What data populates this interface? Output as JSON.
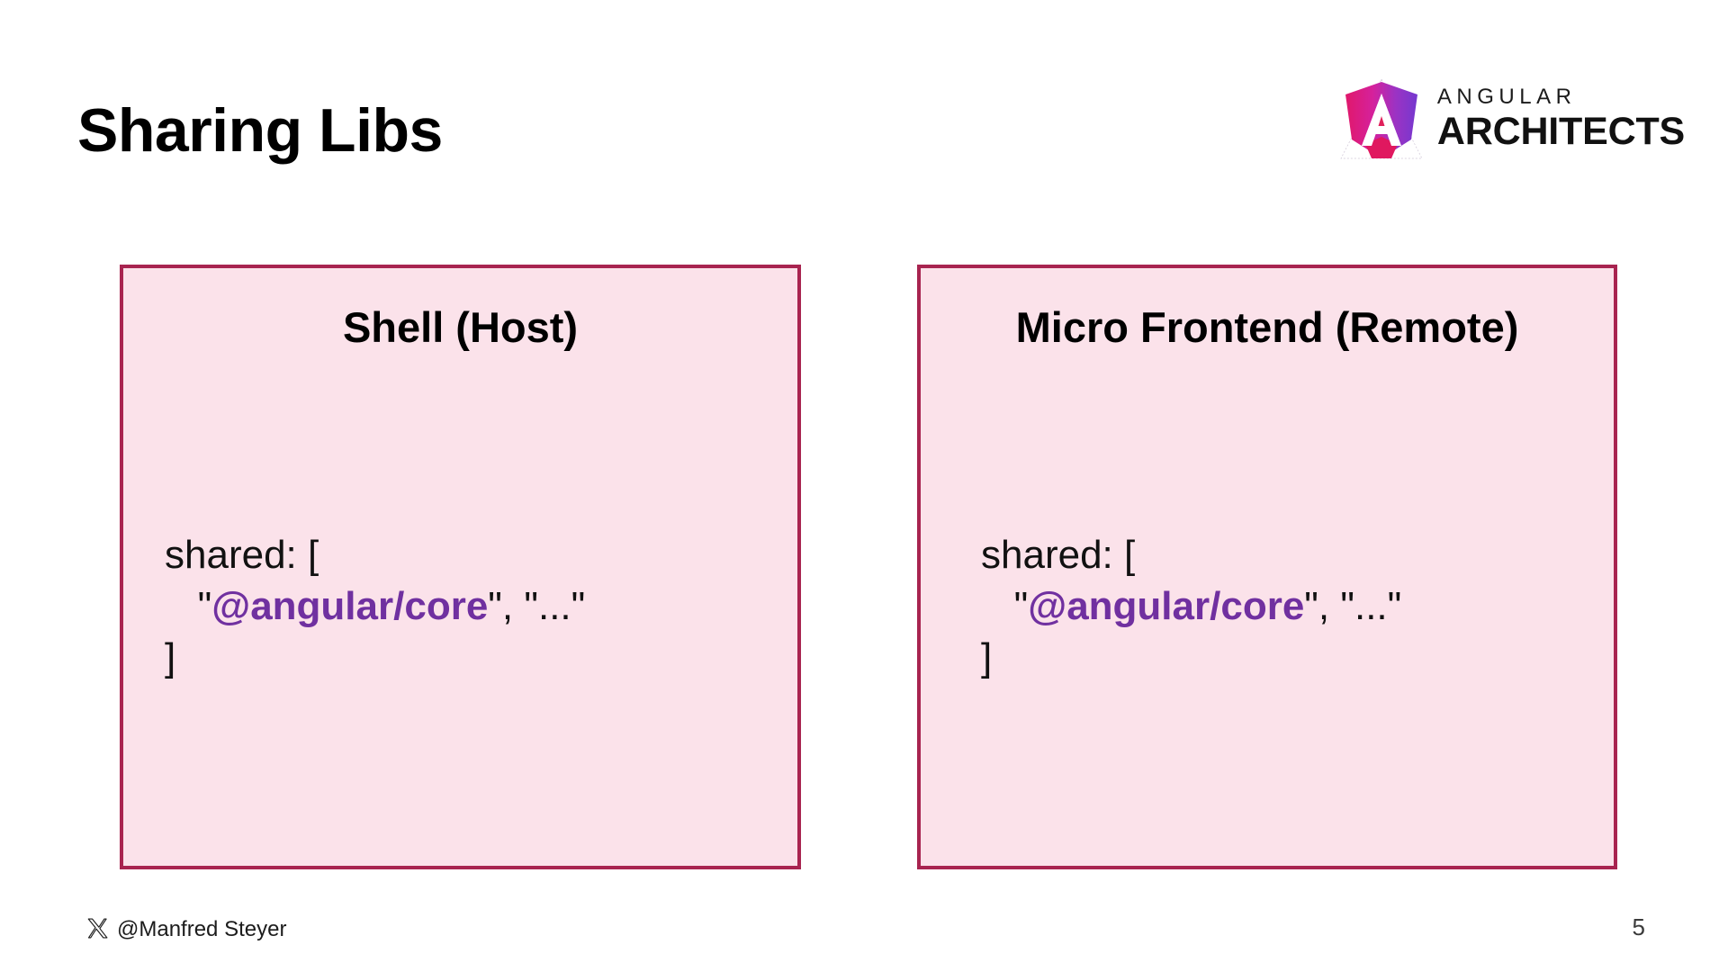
{
  "slide": {
    "title": "Sharing Libs",
    "page_number": "5",
    "background_color": "#ffffff"
  },
  "brand": {
    "icon": "angular-shield-icon",
    "top_word": "ANGULAR",
    "bottom_word": "ARCHITECTS",
    "gradient_from": "#E61E64",
    "gradient_to": "#7B35C9",
    "mark_accent": "#E0215C"
  },
  "panels": [
    {
      "id": "shell-host",
      "heading": "Shell (Host)",
      "border_color": "#A82450",
      "fill_color": "#FBE2EA",
      "code_lines": [
        {
          "segments": [
            {
              "text": "shared: [",
              "accent": false
            }
          ]
        },
        {
          "segments": [
            {
              "text": "   \"",
              "accent": false
            },
            {
              "text": "@angular/core",
              "accent": true
            },
            {
              "text": "\", \"...\"",
              "accent": false
            }
          ]
        },
        {
          "segments": [
            {
              "text": "]",
              "accent": false
            }
          ]
        }
      ]
    },
    {
      "id": "micro-frontend-remote",
      "heading": "Micro Frontend (Remote)",
      "border_color": "#A82450",
      "fill_color": "#FBE2EA",
      "code_lines": [
        {
          "segments": [
            {
              "text": "shared: [",
              "accent": false
            }
          ]
        },
        {
          "segments": [
            {
              "text": "   \"",
              "accent": false
            },
            {
              "text": "@angular/core",
              "accent": true
            },
            {
              "text": "\", \"...\"",
              "accent": false
            }
          ]
        },
        {
          "segments": [
            {
              "text": "]",
              "accent": false
            }
          ]
        }
      ]
    }
  ],
  "footer": {
    "social_icon": "x-twitter-icon",
    "handle": "@Manfred Steyer"
  },
  "accent_color": "#7030A0"
}
